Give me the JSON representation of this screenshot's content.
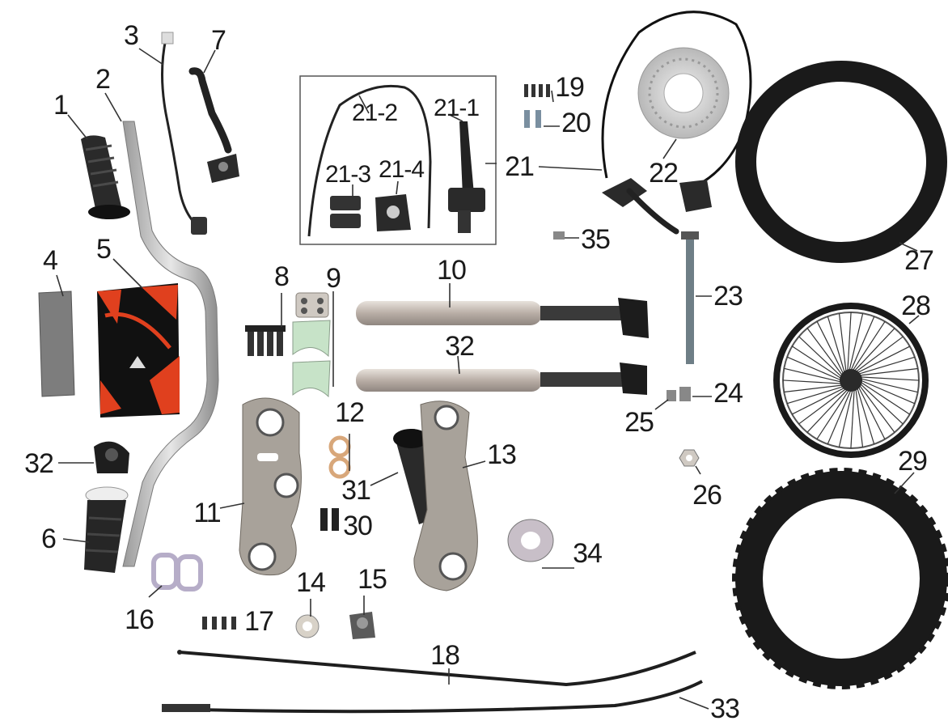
{
  "labels": {
    "p1": "1",
    "p2": "2",
    "p3": "3",
    "p4": "4",
    "p5": "5",
    "p6": "6",
    "p7": "7",
    "p8": "8",
    "p9": "9",
    "p10": "10",
    "p11": "11",
    "p12": "12",
    "p13": "13",
    "p14": "14",
    "p15": "15",
    "p16": "16",
    "p17": "17",
    "p18": "18",
    "p19": "19",
    "p20": "20",
    "p21": "21",
    "p21_1": "21-1",
    "p21_2": "21-2",
    "p21_3": "21-3",
    "p21_4": "21-4",
    "p22": "22",
    "p23": "23",
    "p24": "24",
    "p25": "25",
    "p26": "26",
    "p27": "27",
    "p28": "28",
    "p29": "29",
    "p30": "30",
    "p31": "31",
    "p32a": "32",
    "p32b": "32",
    "p33": "33",
    "p34": "34",
    "p35": "35"
  },
  "colors": {
    "metal": "#c9c9c9",
    "dark_metal": "#6e6e6e",
    "rubber": "#1b1b1b",
    "chrome": "#d4c8c0",
    "accent_red": "#e0401e",
    "plate": "#a8a29a"
  }
}
